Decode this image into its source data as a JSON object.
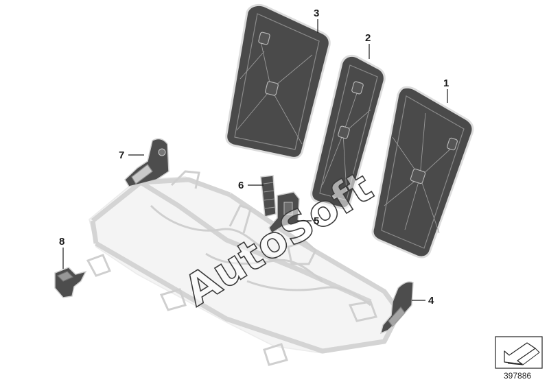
{
  "diagram": {
    "callouts": {
      "p1": "1",
      "p2": "2",
      "p3": "3",
      "p4": "4",
      "p5": "5",
      "p6": "6",
      "p7": "7",
      "p8": "8"
    },
    "watermark": "AutoSoft",
    "diagram_number": "397886",
    "colors": {
      "panel": "#4a4a4a",
      "frame": "#d4d4d4",
      "text": "#1a1a1a"
    }
  }
}
